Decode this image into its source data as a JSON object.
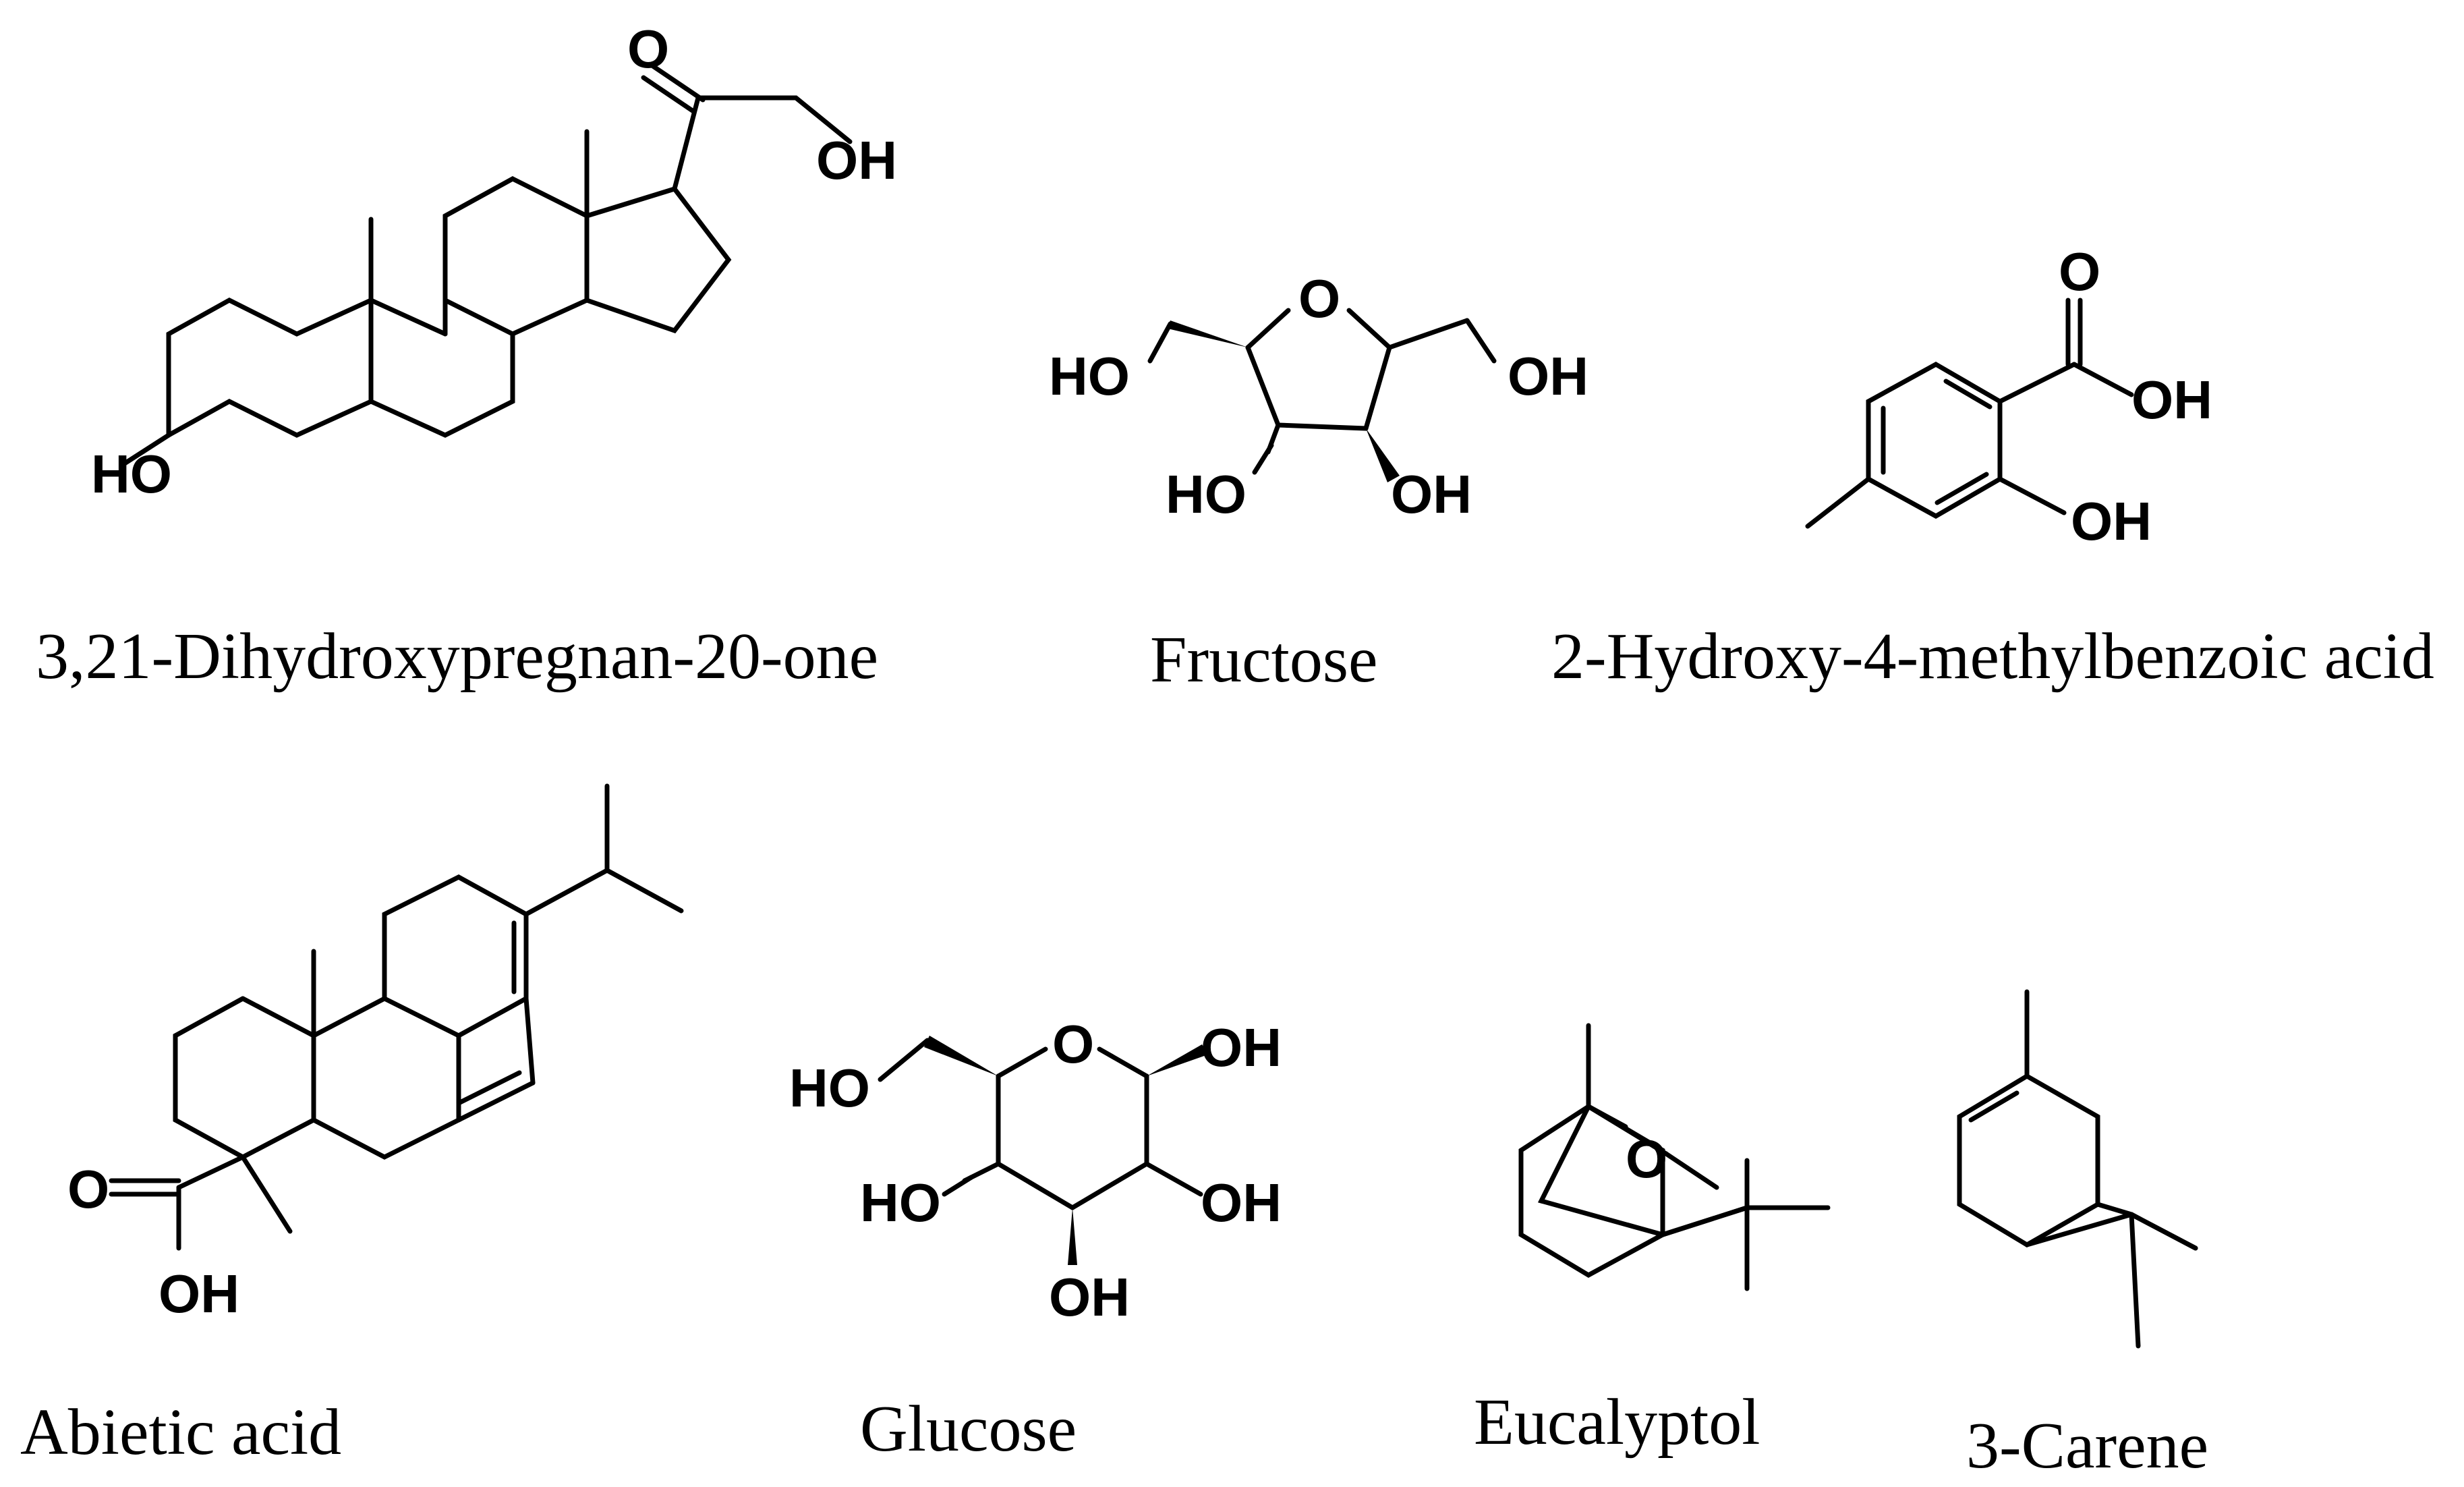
{
  "compounds": [
    {
      "name": "3,21-Dihydroxypregnan-20-one",
      "atoms": [
        "O",
        "OH",
        "HO"
      ]
    },
    {
      "name": "Fructose",
      "atoms": [
        "O",
        "HO",
        "OH",
        "HO",
        "OH"
      ]
    },
    {
      "name": "2-Hydroxy-4-methylbenzoic acid",
      "atoms": [
        "O",
        "OH",
        "OH"
      ]
    },
    {
      "name": "Abietic acid",
      "atoms": [
        "O",
        "OH"
      ]
    },
    {
      "name": "Glucose",
      "atoms": [
        "O",
        "HO",
        "OH",
        "HO",
        "OH",
        "OH"
      ]
    },
    {
      "name": "Eucalyptol",
      "atoms": [
        "O"
      ]
    },
    {
      "name": "3-Carene",
      "atoms": []
    }
  ]
}
